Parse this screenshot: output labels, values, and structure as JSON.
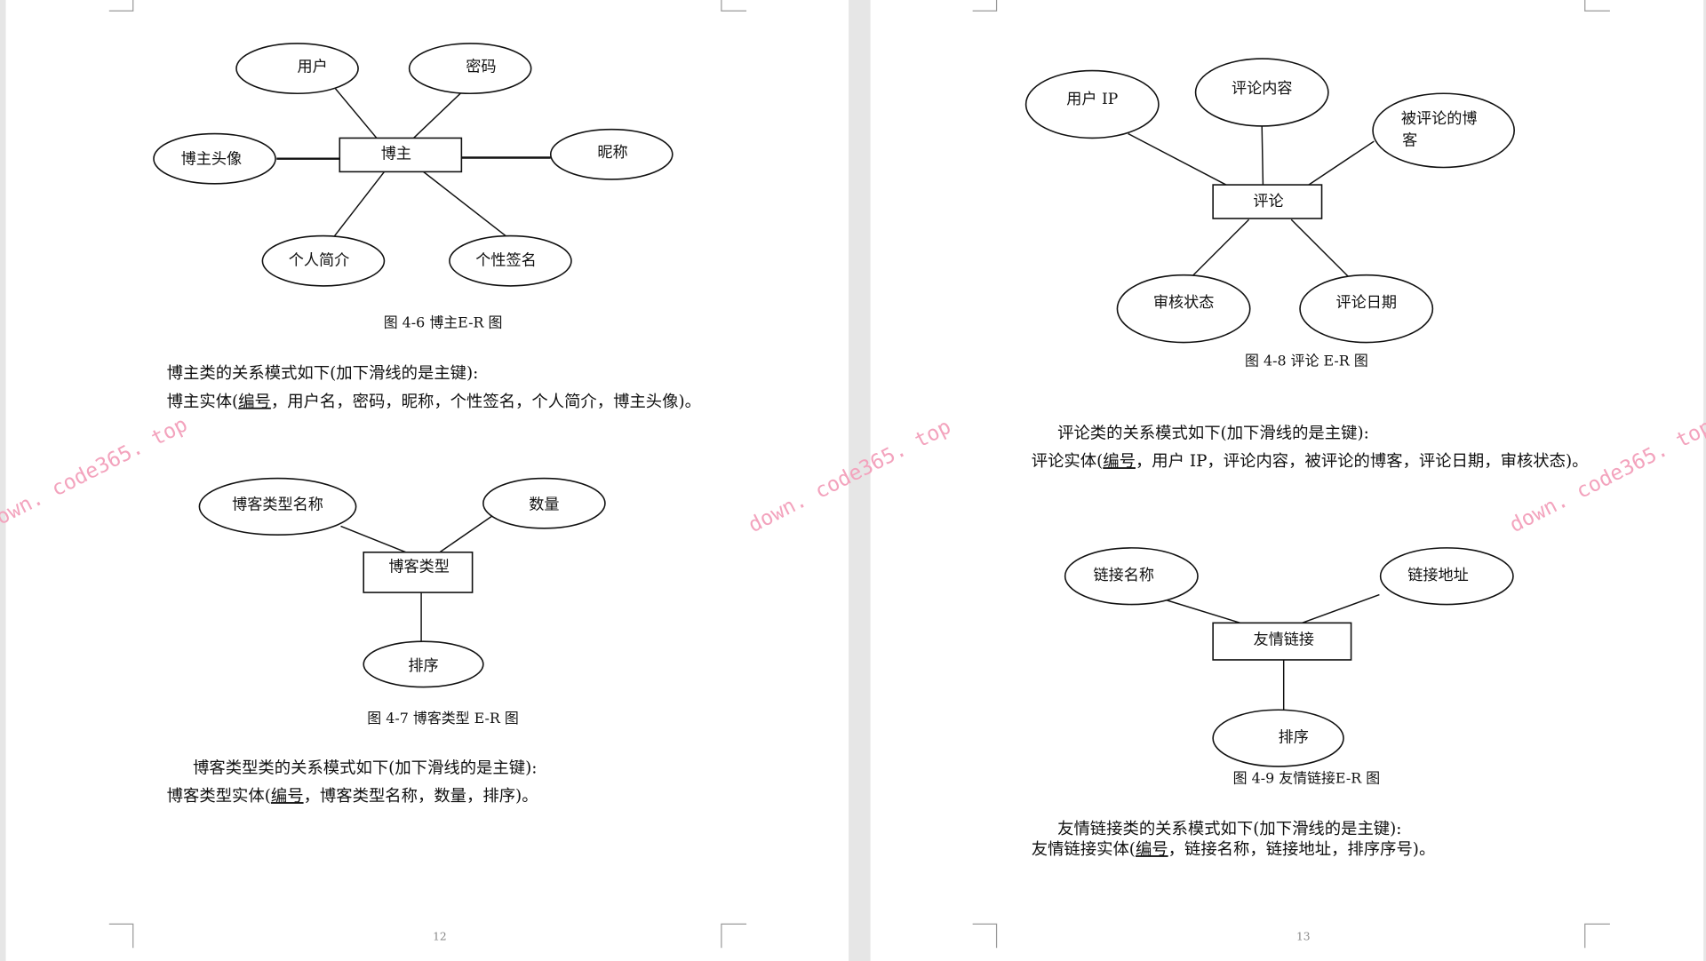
{
  "pages": [
    {
      "page_number": "12",
      "figures": [
        {
          "entity": "博主",
          "attributes": [
            "用户",
            "密码",
            "博主头像",
            "昵称",
            "个人简介",
            "个性签名"
          ],
          "caption": "图 4-6 博主E-R 图",
          "intro": "博主类的关系模式如下(加下滑线的是主键):",
          "schema": {
            "prefix": "博主实体(",
            "key": "编号",
            "suffix": "，用户名，密码，昵称，个性签名，个人简介，博主头像)。"
          }
        },
        {
          "entity": "博客类型",
          "attributes": [
            "博客类型名称",
            "数量",
            "排序"
          ],
          "caption": "图 4-7 博客类型 E-R 图",
          "intro": "博客类型类的关系模式如下(加下滑线的是主键):",
          "schema": {
            "prefix": "博客类型实体(",
            "key": "编号",
            "suffix": "，博客类型名称，数量，排序)。"
          }
        }
      ]
    },
    {
      "page_number": "13",
      "figures": [
        {
          "entity": "评论",
          "attributes": [
            "用户 IP",
            "评论内容",
            "被评论的博",
            "客",
            "审核状态",
            "评论日期"
          ],
          "caption": "图 4-8 评论 E-R 图",
          "intro": "评论类的关系模式如下(加下滑线的是主键):",
          "schema": {
            "prefix": "评论实体(",
            "key": "编号",
            "suffix": "，用户 IP，评论内容，被评论的博客，评论日期，审核状态)。"
          }
        },
        {
          "entity": "友情链接",
          "attributes": [
            "链接名称",
            "链接地址",
            "排序"
          ],
          "caption": "图 4-9 友情链接E-R 图",
          "intro": "友情链接类的关系模式如下(加下滑线的是主键):",
          "schema": {
            "prefix": "友情链接实体(",
            "key": "编号",
            "suffix": "，链接名称，链接地址，排序序号)。"
          }
        }
      ]
    }
  ],
  "watermark": "down. code365. top",
  "colors": {
    "watermark": "#f3a3bd",
    "background": "#e6e6e6",
    "page": "#ffffff"
  }
}
